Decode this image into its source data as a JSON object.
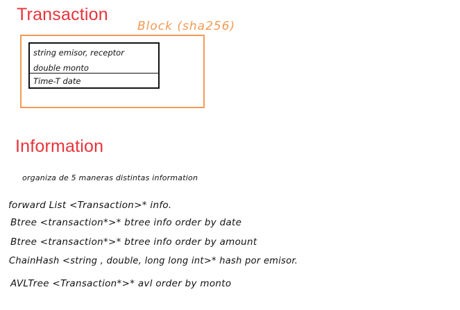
{
  "colors": {
    "heading": "#e8333a",
    "block_border": "#f29a55",
    "ink": "#111111",
    "background": "#ffffff"
  },
  "sections": {
    "transaction": {
      "title": "Transaction",
      "block_label": "Block (sha256)",
      "fields": [
        "string emisor, receptor",
        "double monto",
        "Time-T date"
      ]
    },
    "information": {
      "title": "Information",
      "note": "organiza de 5 maneras distintas information",
      "lines": [
        "forward List <Transaction>* info.",
        "Btree <transaction*>* btree info order by date",
        "Btree <transaction*>* btree info order by amount",
        "ChainHash <string , double, long long int>* hash por emisor.",
        "AVLTree <Transaction*>* avl order by monto"
      ]
    }
  }
}
